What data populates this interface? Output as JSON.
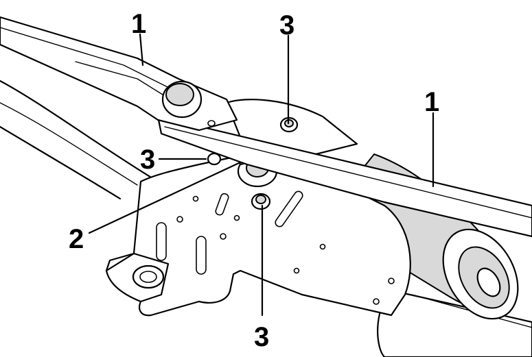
{
  "callouts": [
    {
      "id": "c1a",
      "label": "1"
    },
    {
      "id": "c1b",
      "label": "1"
    },
    {
      "id": "c2",
      "label": "2"
    },
    {
      "id": "c3a",
      "label": "3"
    },
    {
      "id": "c3b",
      "label": "3"
    },
    {
      "id": "c3c",
      "label": "3"
    }
  ]
}
